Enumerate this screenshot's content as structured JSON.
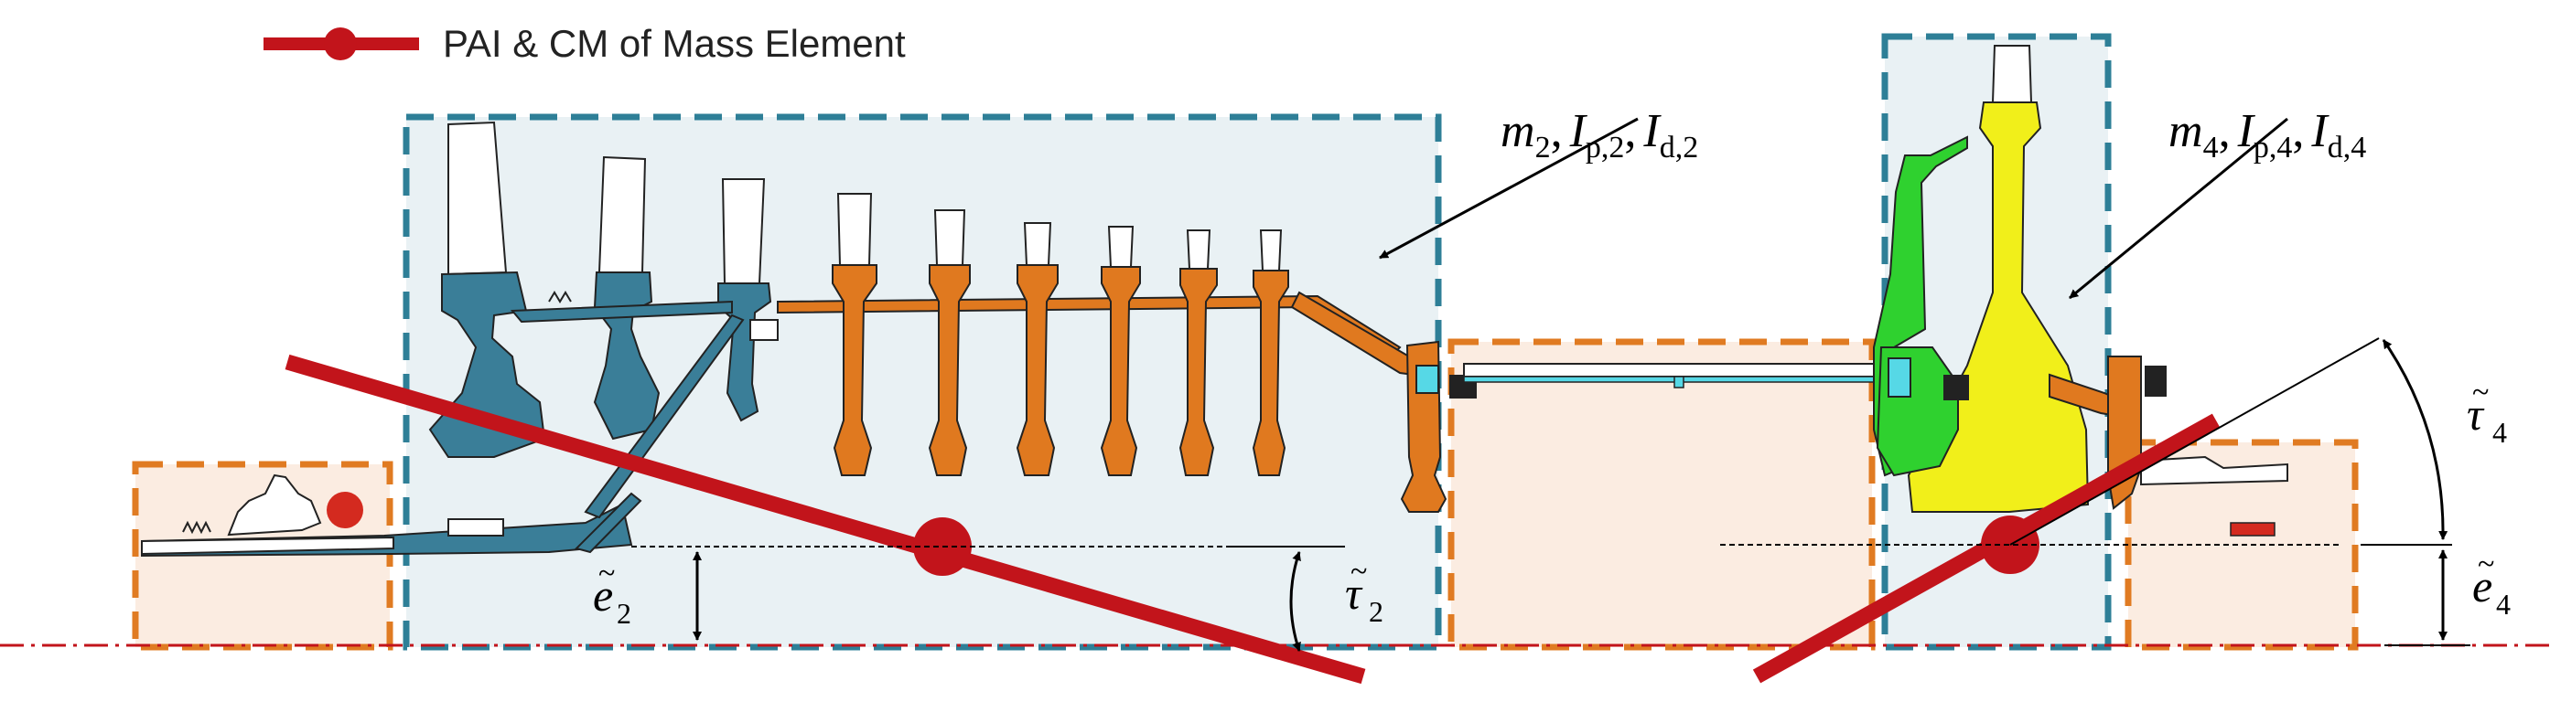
{
  "legend": {
    "label": "PAI & CM of Mass Element",
    "line_color": "#c2141b"
  },
  "labels": {
    "mass2": {
      "m": "m",
      "m_sub": "2",
      "ip": "I",
      "ip_sub": "p,2",
      "id": "I",
      "id_sub": "d,2",
      "sep": ","
    },
    "mass4": {
      "m": "m",
      "m_sub": "4",
      "ip": "I",
      "ip_sub": "p,4",
      "id": "I",
      "id_sub": "d,4",
      "sep": ","
    },
    "e2": {
      "sym": "e",
      "tilde": "~",
      "sub": "2"
    },
    "tau2": {
      "sym": "τ",
      "tilde": "~",
      "sub": "2"
    },
    "tau4": {
      "sym": "τ",
      "tilde": "~",
      "sub": "4"
    },
    "e4": {
      "sym": "e",
      "tilde": "~",
      "sub": "4"
    }
  },
  "colors": {
    "blue_box": "#2e7f97",
    "blue_fill": "#e9f1f4",
    "orange_box": "#e07b22",
    "orange_fill": "#fbece1",
    "steel_blue": "#3a7e98",
    "orange_part": "#e0791f",
    "green_part": "#2fd12f",
    "yellow_part": "#f1ef1a",
    "cyan_part": "#56d8e6",
    "axis_red": "#c2141b"
  },
  "icons": [
    "disc-icon",
    "blade-icon",
    "arrow-icon"
  ]
}
